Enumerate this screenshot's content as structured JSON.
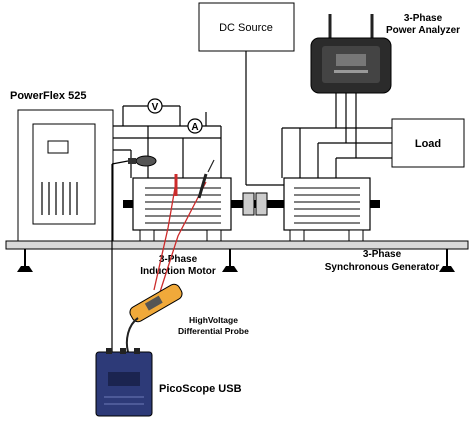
{
  "labels": {
    "dc_source": "DC Source",
    "analyzer_line1": "3-Phase",
    "analyzer_line2": "Power Analyzer",
    "powerflex": "PowerFlex 525",
    "voltmeter": "V",
    "ammeter": "A",
    "load": "Load",
    "motor_line1": "3-Phase",
    "motor_line2": "Induction Motor",
    "generator_line1": "3-Phase",
    "generator_line2": "Synchronous Generator",
    "probe_line1": "HighVoltage",
    "probe_line2": "Differential Probe",
    "picoscope": "PicoScope USB"
  },
  "colors": {
    "line": "#000000",
    "rail": "#d9d9d9",
    "probe_body": "#f0a93a",
    "probe_wire_red": "#cc2b2b",
    "picoscope_body": "#2d3a78",
    "analyzer_body": "#2b2b2b",
    "coupling": "#cccccc"
  }
}
